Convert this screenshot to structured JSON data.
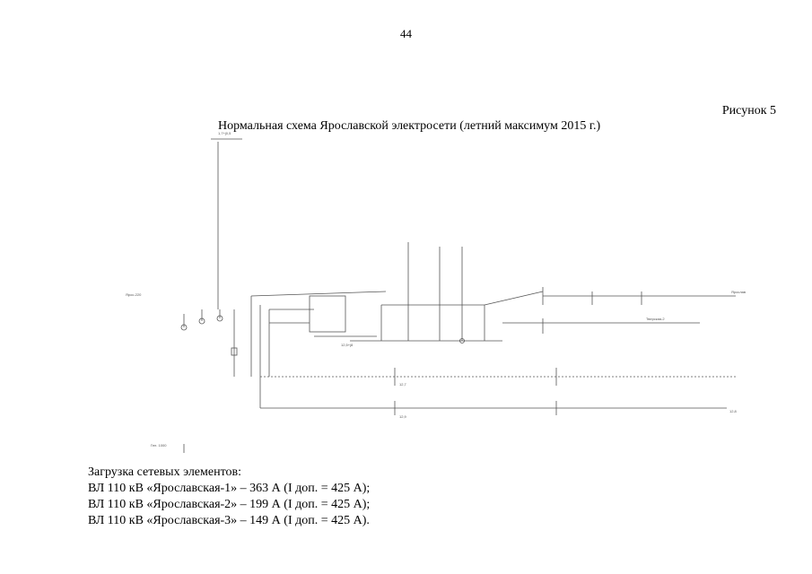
{
  "page": {
    "number": "44",
    "figure_label": "Рисунок 5",
    "title": "Нормальная схема Ярославской электросети (летний максимум 2015 г.)"
  },
  "loading": {
    "heading": "Загрузка сетевых элементов:",
    "lines": [
      "ВЛ 110 кВ «Ярославская-1» – 363 А (I доп. = 425 А);",
      "ВЛ 110 кВ «Ярославская-2» – 199 А (I доп. = 425 А);",
      "ВЛ 110 кВ «Ярославская-3» – 149 А (I доп. = 425 А)."
    ]
  },
  "scheme": {
    "labels": {
      "top_left": "1,7+j0,5",
      "left_mid": "Ярос-220",
      "bus_main": "12,5+j8",
      "right_top": "Ярослав",
      "right_mid": "Тверская-2",
      "right_bottom": "12,8",
      "bottom_left": "Ген. 1000",
      "mid_node": "12,7",
      "lower_node": "12,9"
    }
  }
}
